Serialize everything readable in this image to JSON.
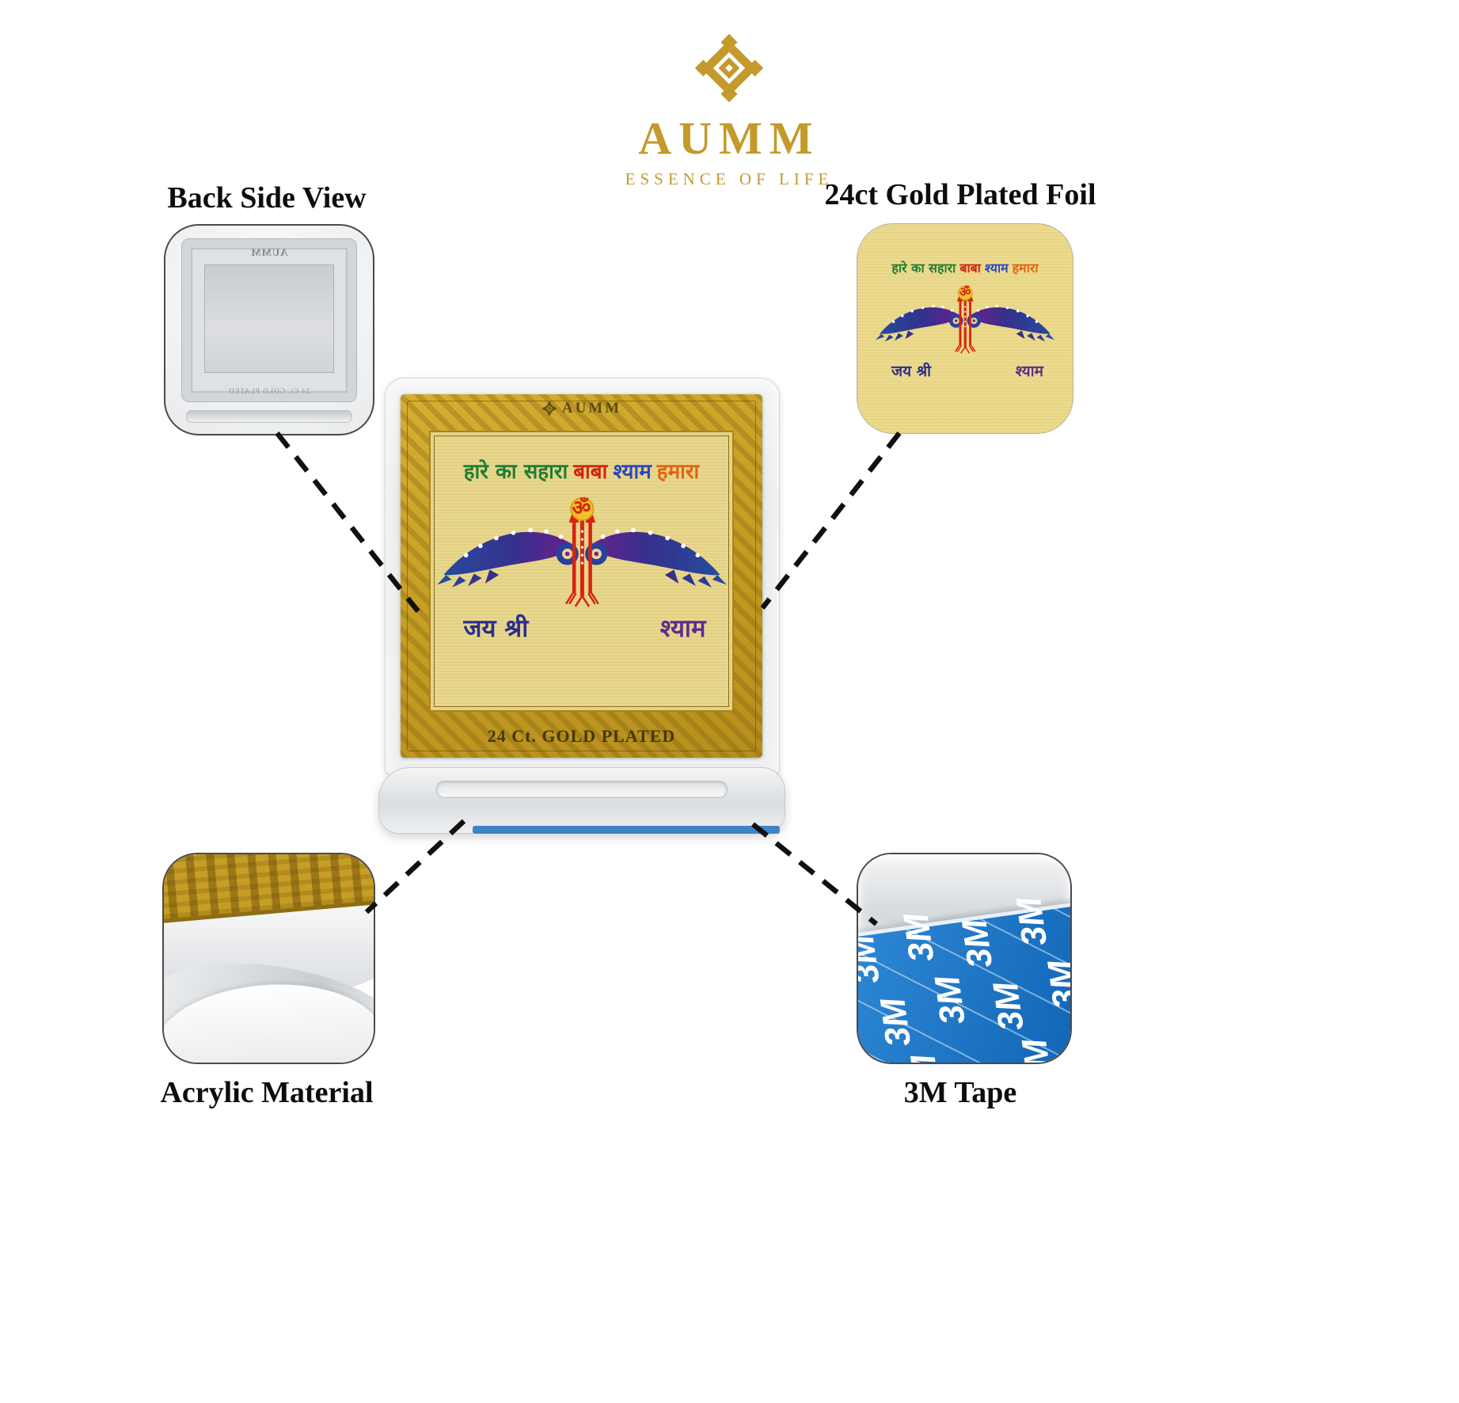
{
  "brand": {
    "name": "AUMM",
    "tagline": "ESSENCE OF LIFE",
    "gold": "#c39a2b"
  },
  "callouts": [
    {
      "id": "back-side-view",
      "label": "Back Side View"
    },
    {
      "id": "gold-plated-foil",
      "label": "24ct Gold Plated Foil"
    },
    {
      "id": "acrylic-material",
      "label": "Acrylic Material"
    },
    {
      "id": "3m-tape",
      "label": "3M Tape"
    }
  ],
  "foil": {
    "brand_small": "AUMM",
    "headline": [
      {
        "text": "हारे का सहारा",
        "color": "#1e7c33"
      },
      {
        "text": "बाबा",
        "color": "#d2230e"
      },
      {
        "text": "श्याम",
        "color": "#2b47c0"
      },
      {
        "text": "हमारा",
        "color": "#e06310"
      }
    ],
    "om": "ॐ",
    "jai_shri": "जय श्री",
    "jai_color": "#2b2e8f",
    "shyam": "श्याम",
    "shyam_color": "#5b2d8f",
    "plated_label": "24 Ct. GOLD PLATED"
  },
  "tape": {
    "brand": "3M",
    "blue": "#1677c8"
  }
}
